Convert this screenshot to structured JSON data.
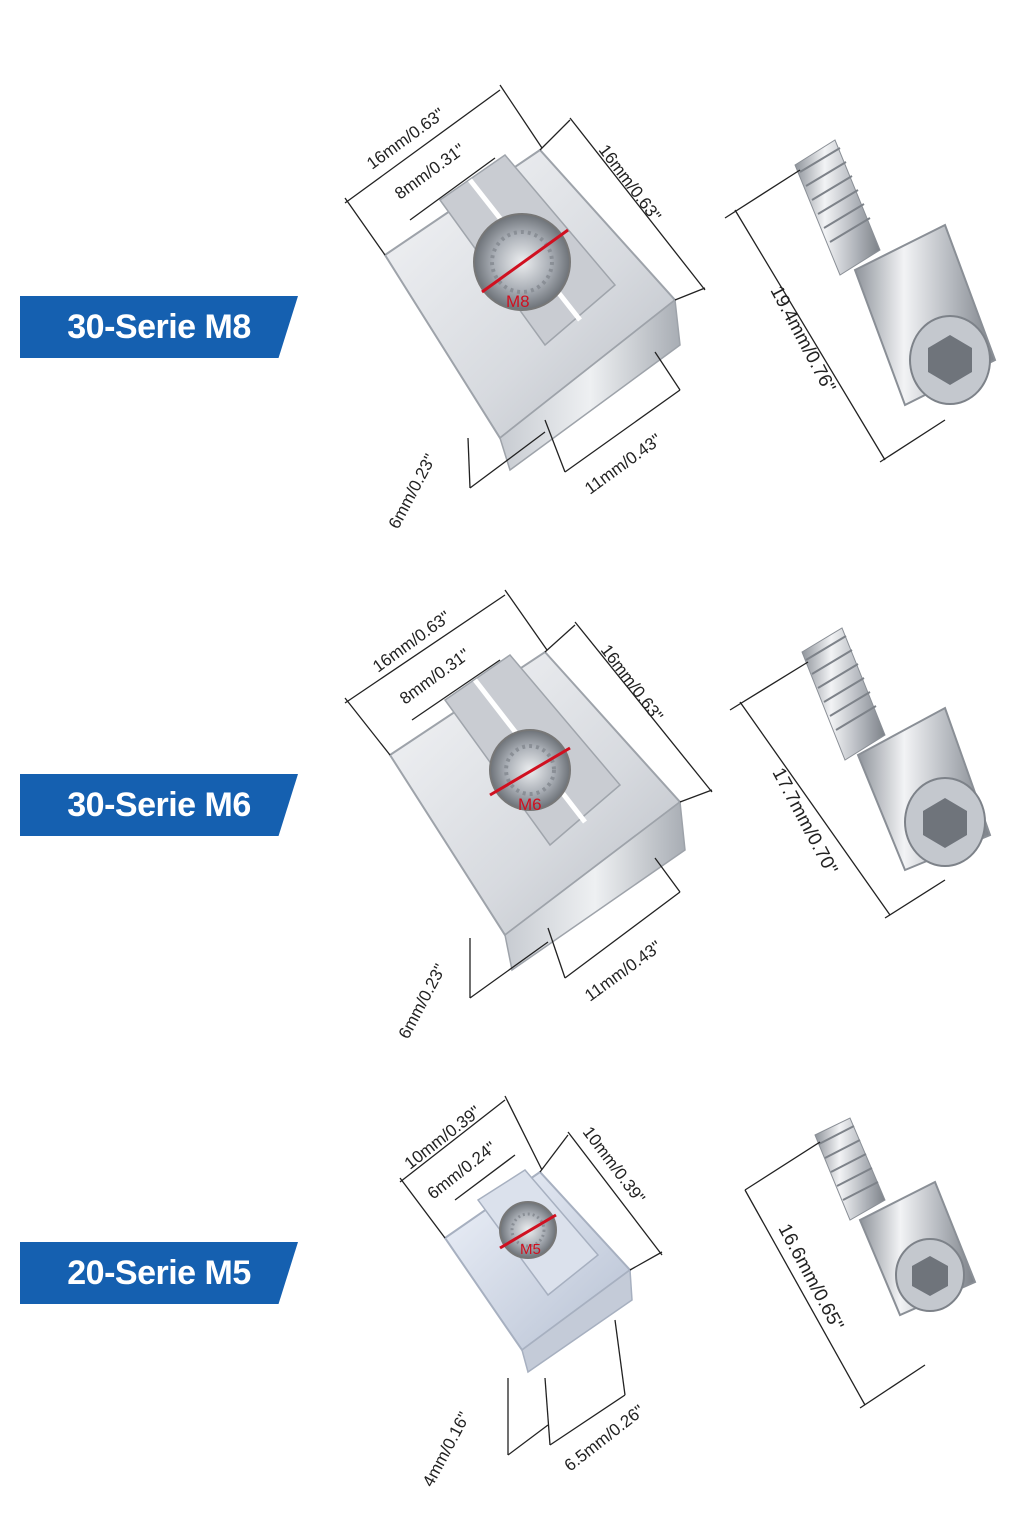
{
  "sections": [
    {
      "label": "30-Serie M8",
      "thread": "M8",
      "nut_width": "16mm/0.63\"",
      "slot_width": "8mm/0.31\"",
      "nut_depth": "16mm/0.63\"",
      "step_height": "6mm/0.23\"",
      "body_height": "11mm/0.43\"",
      "bolt_length": "19.4mm/0.76\""
    },
    {
      "label": "30-Serie M6",
      "thread": "M6",
      "nut_width": "16mm/0.63\"",
      "slot_width": "8mm/0.31\"",
      "nut_depth": "16mm/0.63\"",
      "step_height": "6mm/0.23\"",
      "body_height": "11mm/0.43\"",
      "bolt_length": "17.7mm/0.70\""
    },
    {
      "label": "20-Serie M5",
      "thread": "M5",
      "nut_width": "10mm/0.39\"",
      "slot_width": "6mm/0.24\"",
      "nut_depth": "10mm/0.39\"",
      "step_height": "4mm/0.16\"",
      "body_height": "6.5mm/0.26\"",
      "bolt_length": "16.6mm/0.65\""
    }
  ],
  "colors": {
    "badge": "#1560b0",
    "thread_marker": "#d01020",
    "dimension_line": "#222222",
    "metal_light": "#e4e6ea",
    "metal_dark": "#9ea3aa"
  }
}
